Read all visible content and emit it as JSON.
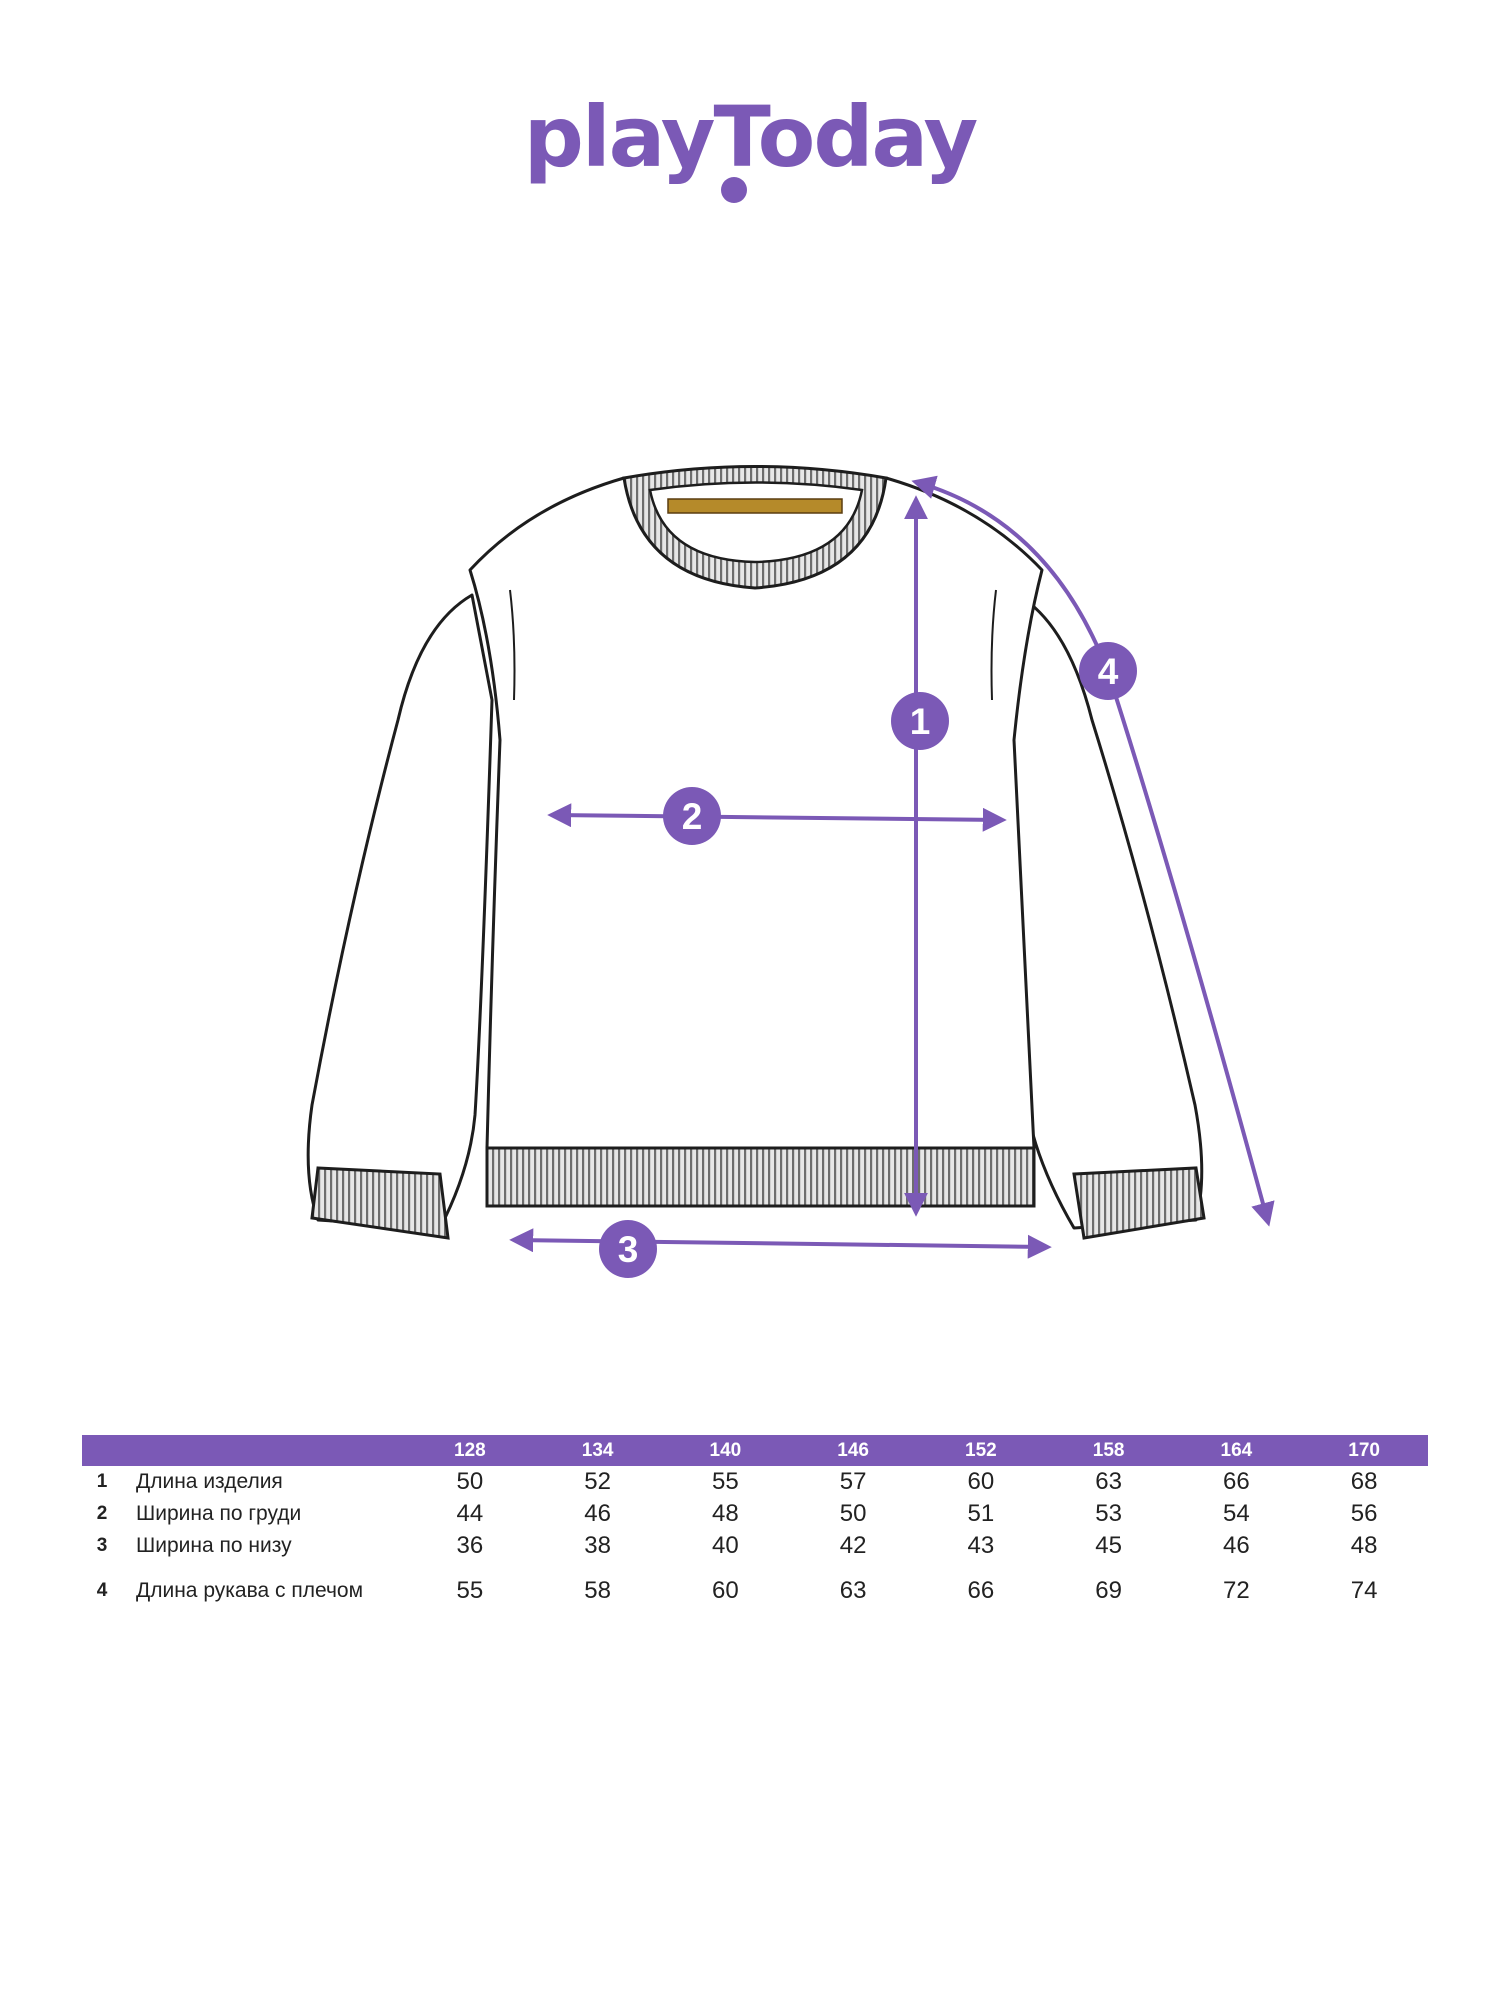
{
  "brand": {
    "logo_text": "playToday",
    "color": "#7b59b6"
  },
  "markers": [
    "1",
    "2",
    "3",
    "4"
  ],
  "table": {
    "sizes": [
      "128",
      "134",
      "140",
      "146",
      "152",
      "158",
      "164",
      "170"
    ],
    "rows": [
      {
        "num": "1",
        "label": "Длина изделия",
        "values": [
          "50",
          "52",
          "55",
          "57",
          "60",
          "63",
          "66",
          "68"
        ]
      },
      {
        "num": "2",
        "label": "Ширина по груди",
        "values": [
          "44",
          "46",
          "48",
          "50",
          "51",
          "53",
          "54",
          "56"
        ]
      },
      {
        "num": "3",
        "label": "Ширина по низу",
        "values": [
          "36",
          "38",
          "40",
          "42",
          "43",
          "45",
          "46",
          "48"
        ]
      },
      {
        "num": "4",
        "label": "Длина рукава с плечом",
        "values": [
          "55",
          "58",
          "60",
          "63",
          "66",
          "69",
          "72",
          "74"
        ]
      }
    ]
  }
}
